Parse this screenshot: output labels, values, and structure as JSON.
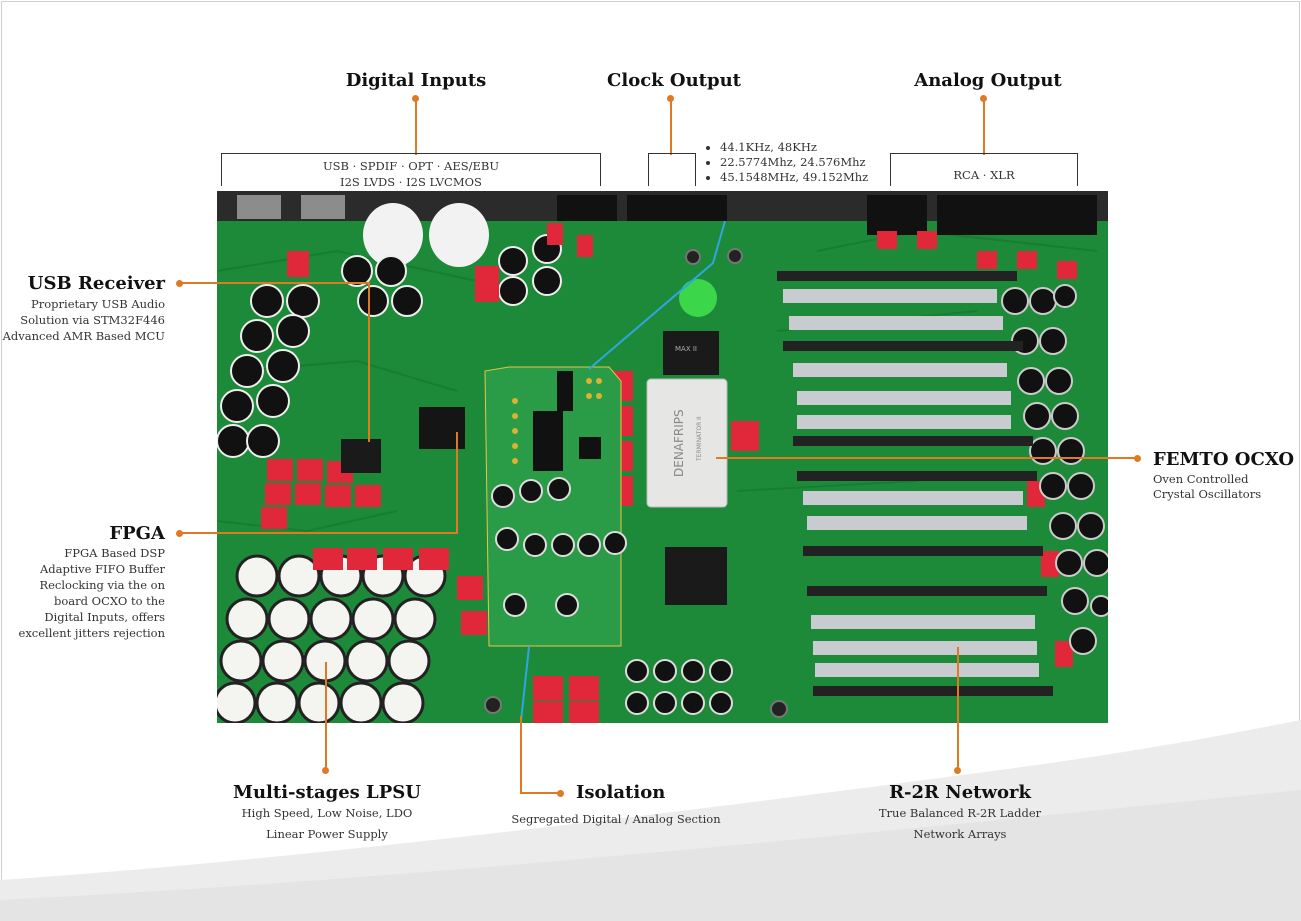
{
  "callouts": {
    "digital_inputs": {
      "title": "Digital Inputs",
      "line1": "USB · SPDIF · OPT · AES/EBU",
      "line2": "I2S LVDS · I2S LVCMOS"
    },
    "clock_output": {
      "title": "Clock Output",
      "items": [
        "44.1KHz, 48KHz",
        "22.5774Mhz, 24.576Mhz",
        "45.1548MHz, 49.152Mhz"
      ]
    },
    "analog_output": {
      "title": "Analog Output",
      "line1": "RCA · XLR"
    },
    "usb_receiver": {
      "title": "USB Receiver",
      "lines": [
        "Proprietary USB Audio",
        "Solution via STM32F446",
        "Advanced AMR Based MCU"
      ]
    },
    "fpga": {
      "title": "FPGA",
      "lines": [
        "FPGA Based DSP",
        "Adaptive FIFO Buffer",
        "Reclocking via the on",
        "board OCXO to the",
        "Digital Inputs, offers",
        "excellent jitters rejection"
      ]
    },
    "femto_ocxo": {
      "title": "FEMTO OCXO",
      "lines": [
        "Oven Controlled",
        "Crystal Oscillators"
      ]
    },
    "lpsu": {
      "title": "Multi-stages LPSU",
      "lines": [
        "High Speed, Low Noise, LDO",
        "Linear Power Supply"
      ]
    },
    "isolation": {
      "title": "Isolation",
      "lines": [
        "Segregated Digital / Analog Section"
      ]
    },
    "r2r": {
      "title": "R-2R Network",
      "lines": [
        "True Balanced R-2R Ladder",
        "Network Arrays"
      ]
    }
  },
  "board": {
    "module_label": "DENAFRIPS",
    "module_sublabel": "TERMINATOR II",
    "chip_label": "MAX II"
  },
  "colors": {
    "accent": "#e07a22",
    "pcb_green": "#1f8a3a",
    "pcb_dark": "#146b2b",
    "isolation_line": "#2fa6e0",
    "capacitor_red": "#e0283a"
  }
}
